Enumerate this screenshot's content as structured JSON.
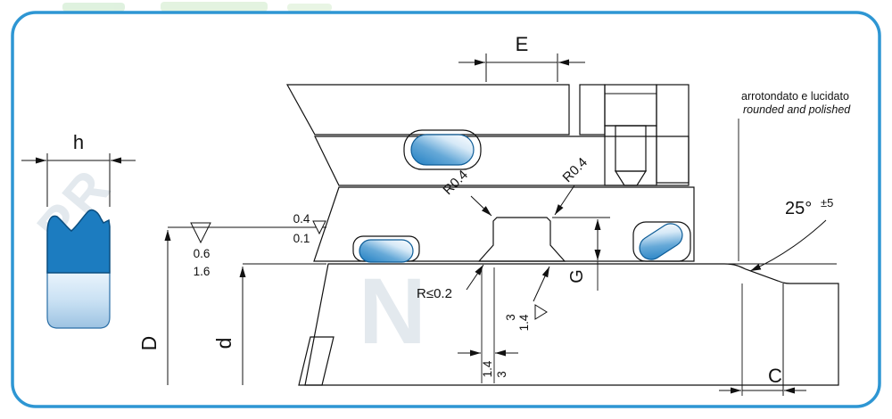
{
  "drawing": {
    "note": {
      "it": "arrotondato e lucidato",
      "en": "rounded and polished"
    },
    "dims": {
      "h": "h",
      "E": "E",
      "D": "D",
      "d": "d",
      "G": "G",
      "C": "C",
      "angle": "25°",
      "angle_tol": "±5"
    },
    "radii": {
      "left": "R0.4",
      "right": "R0.4",
      "max": "R≤0.2"
    },
    "roughness": {
      "a_top": "0.4",
      "a_bot": "0.1",
      "b_top": "0.6",
      "b_bot": "1.6"
    },
    "chamfer": {
      "g1_a": "3",
      "g1_b": "1.4",
      "g2_a": "1.4",
      "g2_b": "3"
    },
    "watermark": {
      "left": "PR",
      "center": "N"
    },
    "colors": {
      "border": "#2e96d3",
      "seal_dark": "#1c7cc0",
      "seal_light": "#cbe2f4",
      "hatch": "#222222"
    }
  }
}
